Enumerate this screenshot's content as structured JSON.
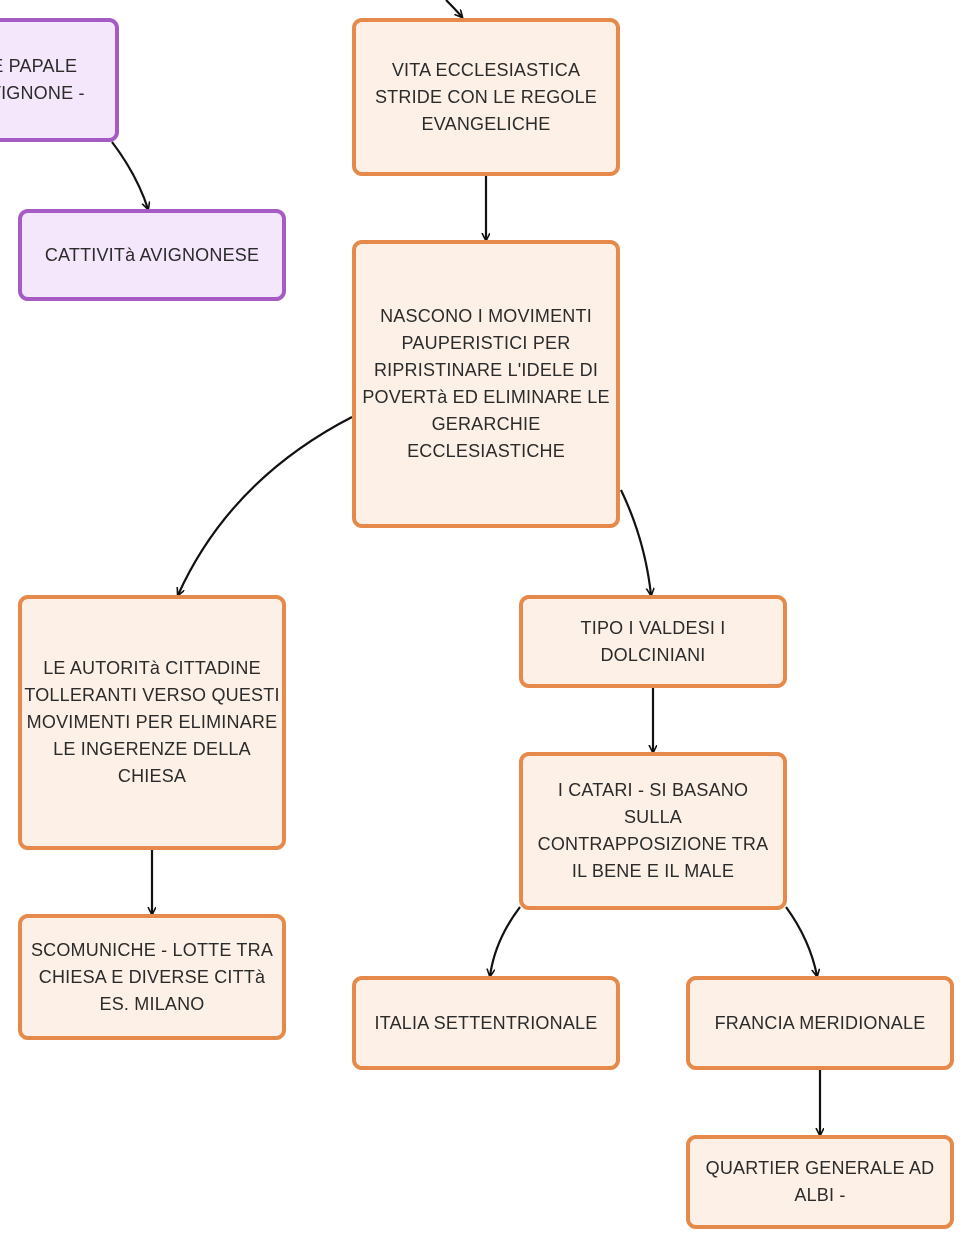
{
  "colors": {
    "orange_fill": "#fdf0e6",
    "orange_border": "#e58a4a",
    "purple_fill": "#f4e6fb",
    "purple_border": "#a45cc4",
    "edge": "#111111"
  },
  "nodes": {
    "sede_papale": {
      "line1": "DE PAPALE",
      "line2": "AVIGNONE -"
    },
    "cattivita": "CATTIVITà AVIGNONESE",
    "vita_ecclesiastica": "VITA ECCLESIASTICA STRIDE CON LE REGOLE EVANGELICHE",
    "movimenti": "NASCONO I MOVIMENTI PAUPERISTICI PER RIPRISTINARE L'IDELE DI POVERTà ED ELIMINARE LE GERARCHIE ECCLESIASTICHE",
    "autorita": "LE AUTORITà CITTADINE TOLLERANTI VERSO QUESTI MOVIMENTI PER ELIMINARE LE INGERENZE DELLA CHIESA",
    "scomuniche": "SCOMUNICHE - LOTTE TRA CHIESA E DIVERSE CITTà ES. MILANO",
    "valdesi": "TIPO I VALDESI I DOLCINIANI",
    "catari": "I CATARI - SI BASANO SULLA CONTRAPPOSIZIONE TRA IL BENE E IL MALE",
    "italia": "ITALIA SETTENTRIONALE",
    "francia": "FRANCIA MERIDIONALE",
    "albi": "QUARTIER GENERALE AD ALBI -"
  }
}
